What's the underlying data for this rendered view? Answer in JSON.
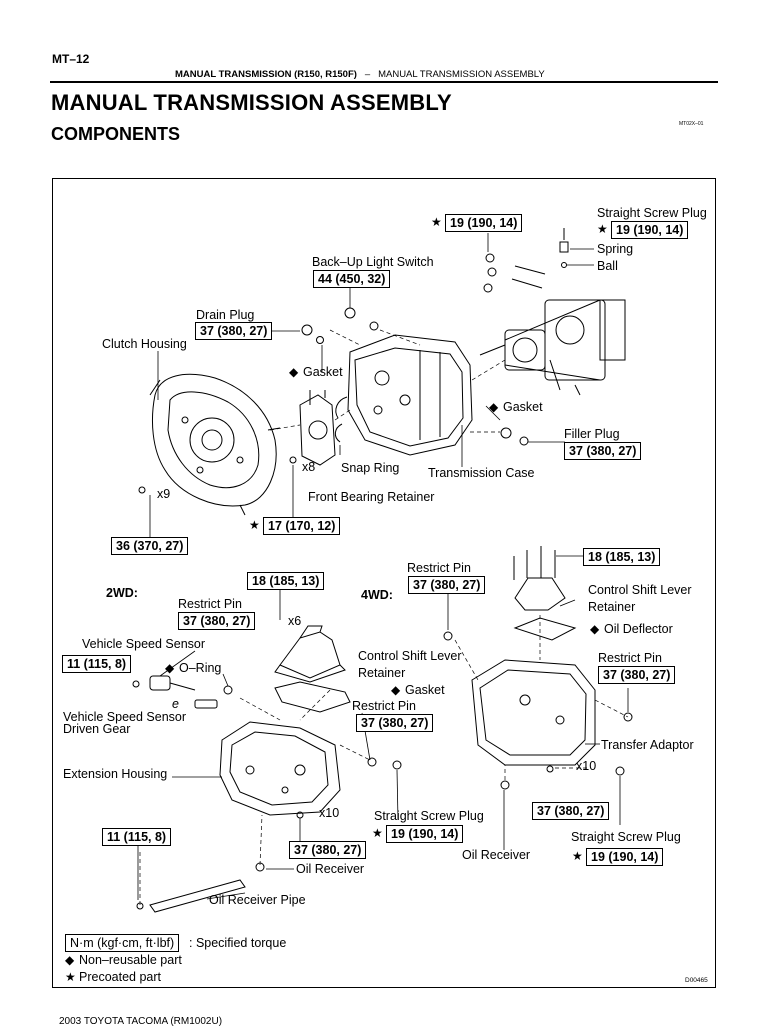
{
  "header": {
    "page_number": "MT–12",
    "running_section": "MANUAL TRANSMISSION (R150, R150F)",
    "running_dash": "–",
    "running_topic": "MANUAL TRANSMISSION ASSEMBLY",
    "title": "MANUAL TRANSMISSION ASSEMBLY",
    "subtitle": "COMPONENTS",
    "figure_code_top": "MT02X–01"
  },
  "symbols": {
    "star": "★",
    "diamond": "◆"
  },
  "labels": {
    "straight_screw_plug_top": "Straight Screw Plug",
    "spring": "Spring",
    "ball": "Ball",
    "backup_light_switch": "Back–Up Light Switch",
    "drain_plug": "Drain Plug",
    "clutch_housing": "Clutch Housing",
    "gasket_1": "Gasket",
    "gasket_2": "Gasket",
    "filler_plug": "Filler Plug",
    "x8": "x8",
    "snap_ring": "Snap Ring",
    "transmission_case": "Transmission Case",
    "front_bearing_retainer": "Front Bearing Retainer",
    "x9": "x9",
    "wd2": "2WD:",
    "wd4": "4WD:",
    "restrict_pin_2wd": "Restrict Pin",
    "restrict_pin_4wd_left": "Restrict Pin",
    "restrict_pin_4wd_right": "Restrict Pin",
    "restrict_pin_2wd_lower": "Restrict Pin",
    "x6": "x6",
    "vehicle_speed_sensor": "Vehicle Speed Sensor",
    "o_ring": "O–Ring",
    "control_shift_lever_retainer_2wd_1": "Control Shift Lever",
    "control_shift_lever_retainer_2wd_2": "Retainer",
    "control_shift_lever_retainer_4wd_1": "Control Shift Lever",
    "control_shift_lever_retainer_4wd_2": "Retainer",
    "oil_deflector": "Oil Deflector",
    "gasket_3": "Gasket",
    "vss_driven_gear_1": "Vehicle Speed Sensor",
    "vss_driven_gear_2": "Driven Gear",
    "extension_housing": "Extension Housing",
    "transfer_adaptor": "Transfer Adaptor",
    "x10_a": "x10",
    "x10_b": "x10",
    "straight_screw_plug_2wd": "Straight Screw Plug",
    "straight_screw_plug_4wd": "Straight Screw Plug",
    "oil_receiver_2wd": "Oil Receiver",
    "oil_receiver_4wd": "Oil Receiver",
    "oil_receiver_pipe": "Oil Receiver Pipe",
    "e_mark": "e"
  },
  "torques": {
    "t_screw_plug_top_left": "19 (190, 14)",
    "t_screw_plug_top_right": "19 (190, 14)",
    "t_backup_switch": "44 (450, 32)",
    "t_drain_plug": "37 (380, 27)",
    "t_filler_plug": "37 (380, 27)",
    "t_front_bearing_retainer": "17 (170, 12)",
    "t_clutch_housing": "36 (370, 27)",
    "t_ctrl_retainer_2wd": "18 (185, 13)",
    "t_restrict_pin_2wd": "37 (380, 27)",
    "t_vss": "11 (115, 8)",
    "t_restrict_pin_2wd_lower": "37 (380, 27)",
    "t_extension_housing": "37 (380, 27)",
    "t_screw_plug_2wd": "19 (190, 14)",
    "t_oil_receiver_pipe": "11 (115, 8)",
    "t_ctrl_retainer_4wd": "18 (185, 13)",
    "t_restrict_pin_4wd_left": "37 (380, 27)",
    "t_restrict_pin_4wd_right": "37 (380, 27)",
    "t_transfer_adaptor": "37 (380, 27)",
    "t_screw_plug_4wd": "19 (190, 14)"
  },
  "legend": {
    "unit_box": "N·m (kgf·cm, ft·lbf)",
    "unit_text": ": Specified torque",
    "non_reusable": "Non–reusable part",
    "precoated": "Precoated part"
  },
  "figure_code_bottom": "D00465",
  "footer": "2003 TOYOTA TACOMA   (RM1002U)"
}
